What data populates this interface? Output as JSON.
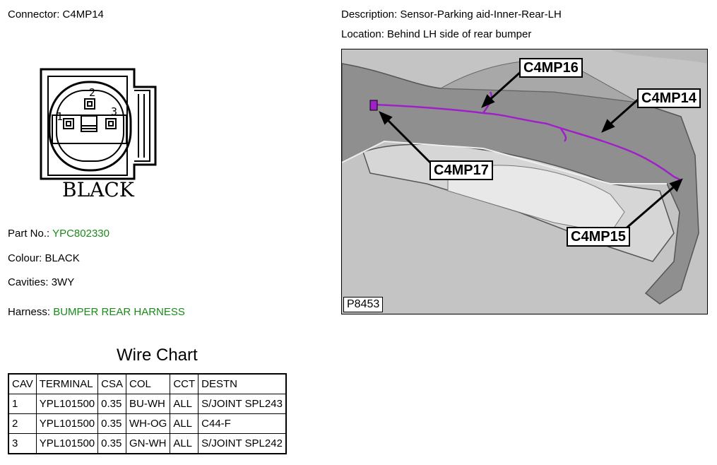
{
  "header": {
    "connector_label": "Connector: C4MP14",
    "description_label": "Description: Sensor-Parking aid-Inner-Rear-LH",
    "location_label": "Location: Behind LH side of rear bumper"
  },
  "connector_diagram": {
    "pins": [
      "1",
      "2",
      "3"
    ],
    "color_text": "BLACK"
  },
  "details": {
    "part_no_label": "Part No.:",
    "part_no_value": "YPC802330",
    "colour_label": "Colour:",
    "colour_value": "BLACK",
    "cavities_label": "Cavities:",
    "cavities_value": "3WY",
    "harness_label": "Harness:",
    "harness_value": "BUMPER REAR HARNESS"
  },
  "photo": {
    "callouts": [
      "C4MP16",
      "C4MP14",
      "C4MP17",
      "C4MP15"
    ],
    "id": "P8453",
    "wire_color": "#a020c8"
  },
  "wire_chart": {
    "title": "Wire Chart",
    "headers": [
      "CAV",
      "TERMINAL",
      "CSA",
      "COL",
      "CCT",
      "DESTN"
    ],
    "rows": [
      [
        "1",
        "YPL101500",
        "0.35",
        "BU-WH",
        "ALL",
        "S/JOINT SPL243"
      ],
      [
        "2",
        "YPL101500",
        "0.35",
        "WH-OG",
        "ALL",
        "C44-F"
      ],
      [
        "3",
        "YPL101500",
        "0.35",
        "GN-WH",
        "ALL",
        "S/JOINT SPL242"
      ]
    ]
  },
  "colors": {
    "link_green": "#1a8a1a"
  }
}
